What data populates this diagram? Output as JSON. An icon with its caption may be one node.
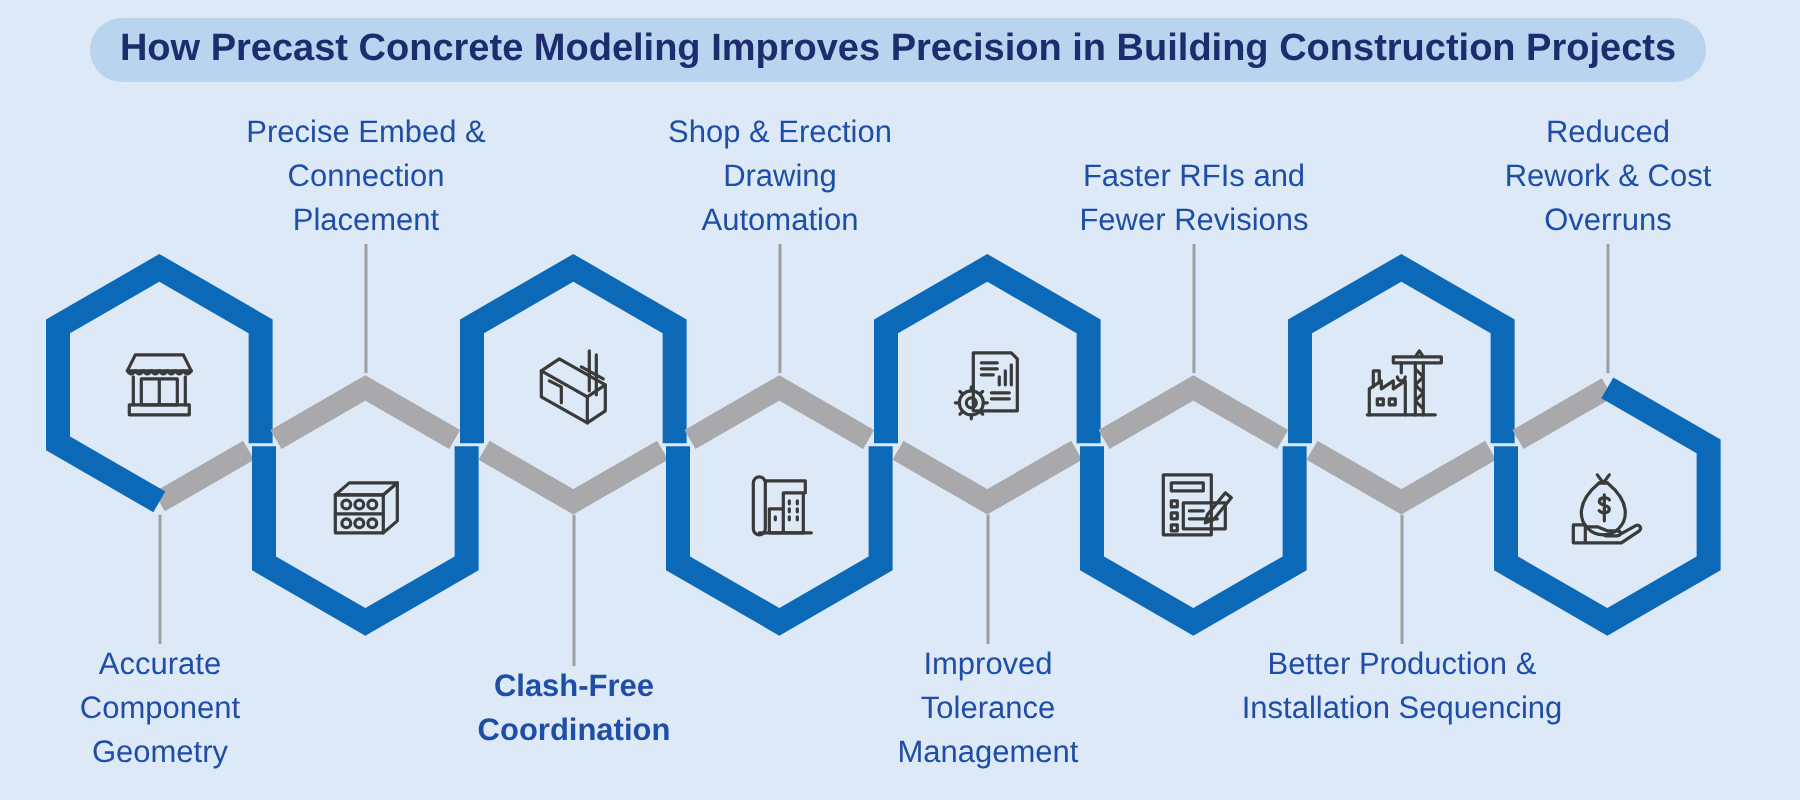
{
  "diagram": {
    "title": "How Precast Concrete Modeling Improves Precision in Building Construction Projects",
    "nodes": [
      {
        "text": [
          "Accurate Component Geometry"
        ]
      },
      {
        "text": [],
        "shape": "hexagon"
      },
      {
        "text": [
          "Precise Embed & Connection Placement"
        ]
      },
      {
        "text": [],
        "shape": "hexagon"
      },
      {
        "text": [
          "Clash-Free Coordination"
        ]
      },
      {
        "text": [],
        "shape": "hexagon"
      },
      {
        "text": [
          "Shop & Erection Drawing Automation"
        ]
      },
      {
        "text": [],
        "shape": "hexagon"
      },
      {
        "text": [
          "Improved Tolerance Management"
        ]
      },
      {
        "text": [],
        "shape": "hexagon"
      },
      {
        "text": [
          "Faster RFIs and Fewer Revisions"
        ]
      },
      {
        "text": [],
        "shape": "hexagon"
      },
      {
        "text": [
          "Better Production & Installation Sequencing"
        ]
      },
      {
        "text": [],
        "shape": "hexagon"
      },
      {
        "text": [
          "Reduced Rework & Cost Overruns"
        ]
      },
      {
        "text": [],
        "shape": "hexagon"
      }
    ],
    "edges": [
      {
        "from": 0,
        "to": 1,
        "arrow": "none"
      },
      {
        "from": 2,
        "to": 3,
        "arrow": "none"
      },
      {
        "from": 4,
        "to": 5,
        "arrow": "none"
      },
      {
        "from": 6,
        "to": 7,
        "arrow": "none"
      },
      {
        "from": 8,
        "to": 9,
        "arrow": "none"
      },
      {
        "from": 10,
        "to": 11,
        "arrow": "none"
      },
      {
        "from": 12,
        "to": 13,
        "arrow": "none"
      },
      {
        "from": 14,
        "to": 15,
        "arrow": "none"
      }
    ]
  }
}
